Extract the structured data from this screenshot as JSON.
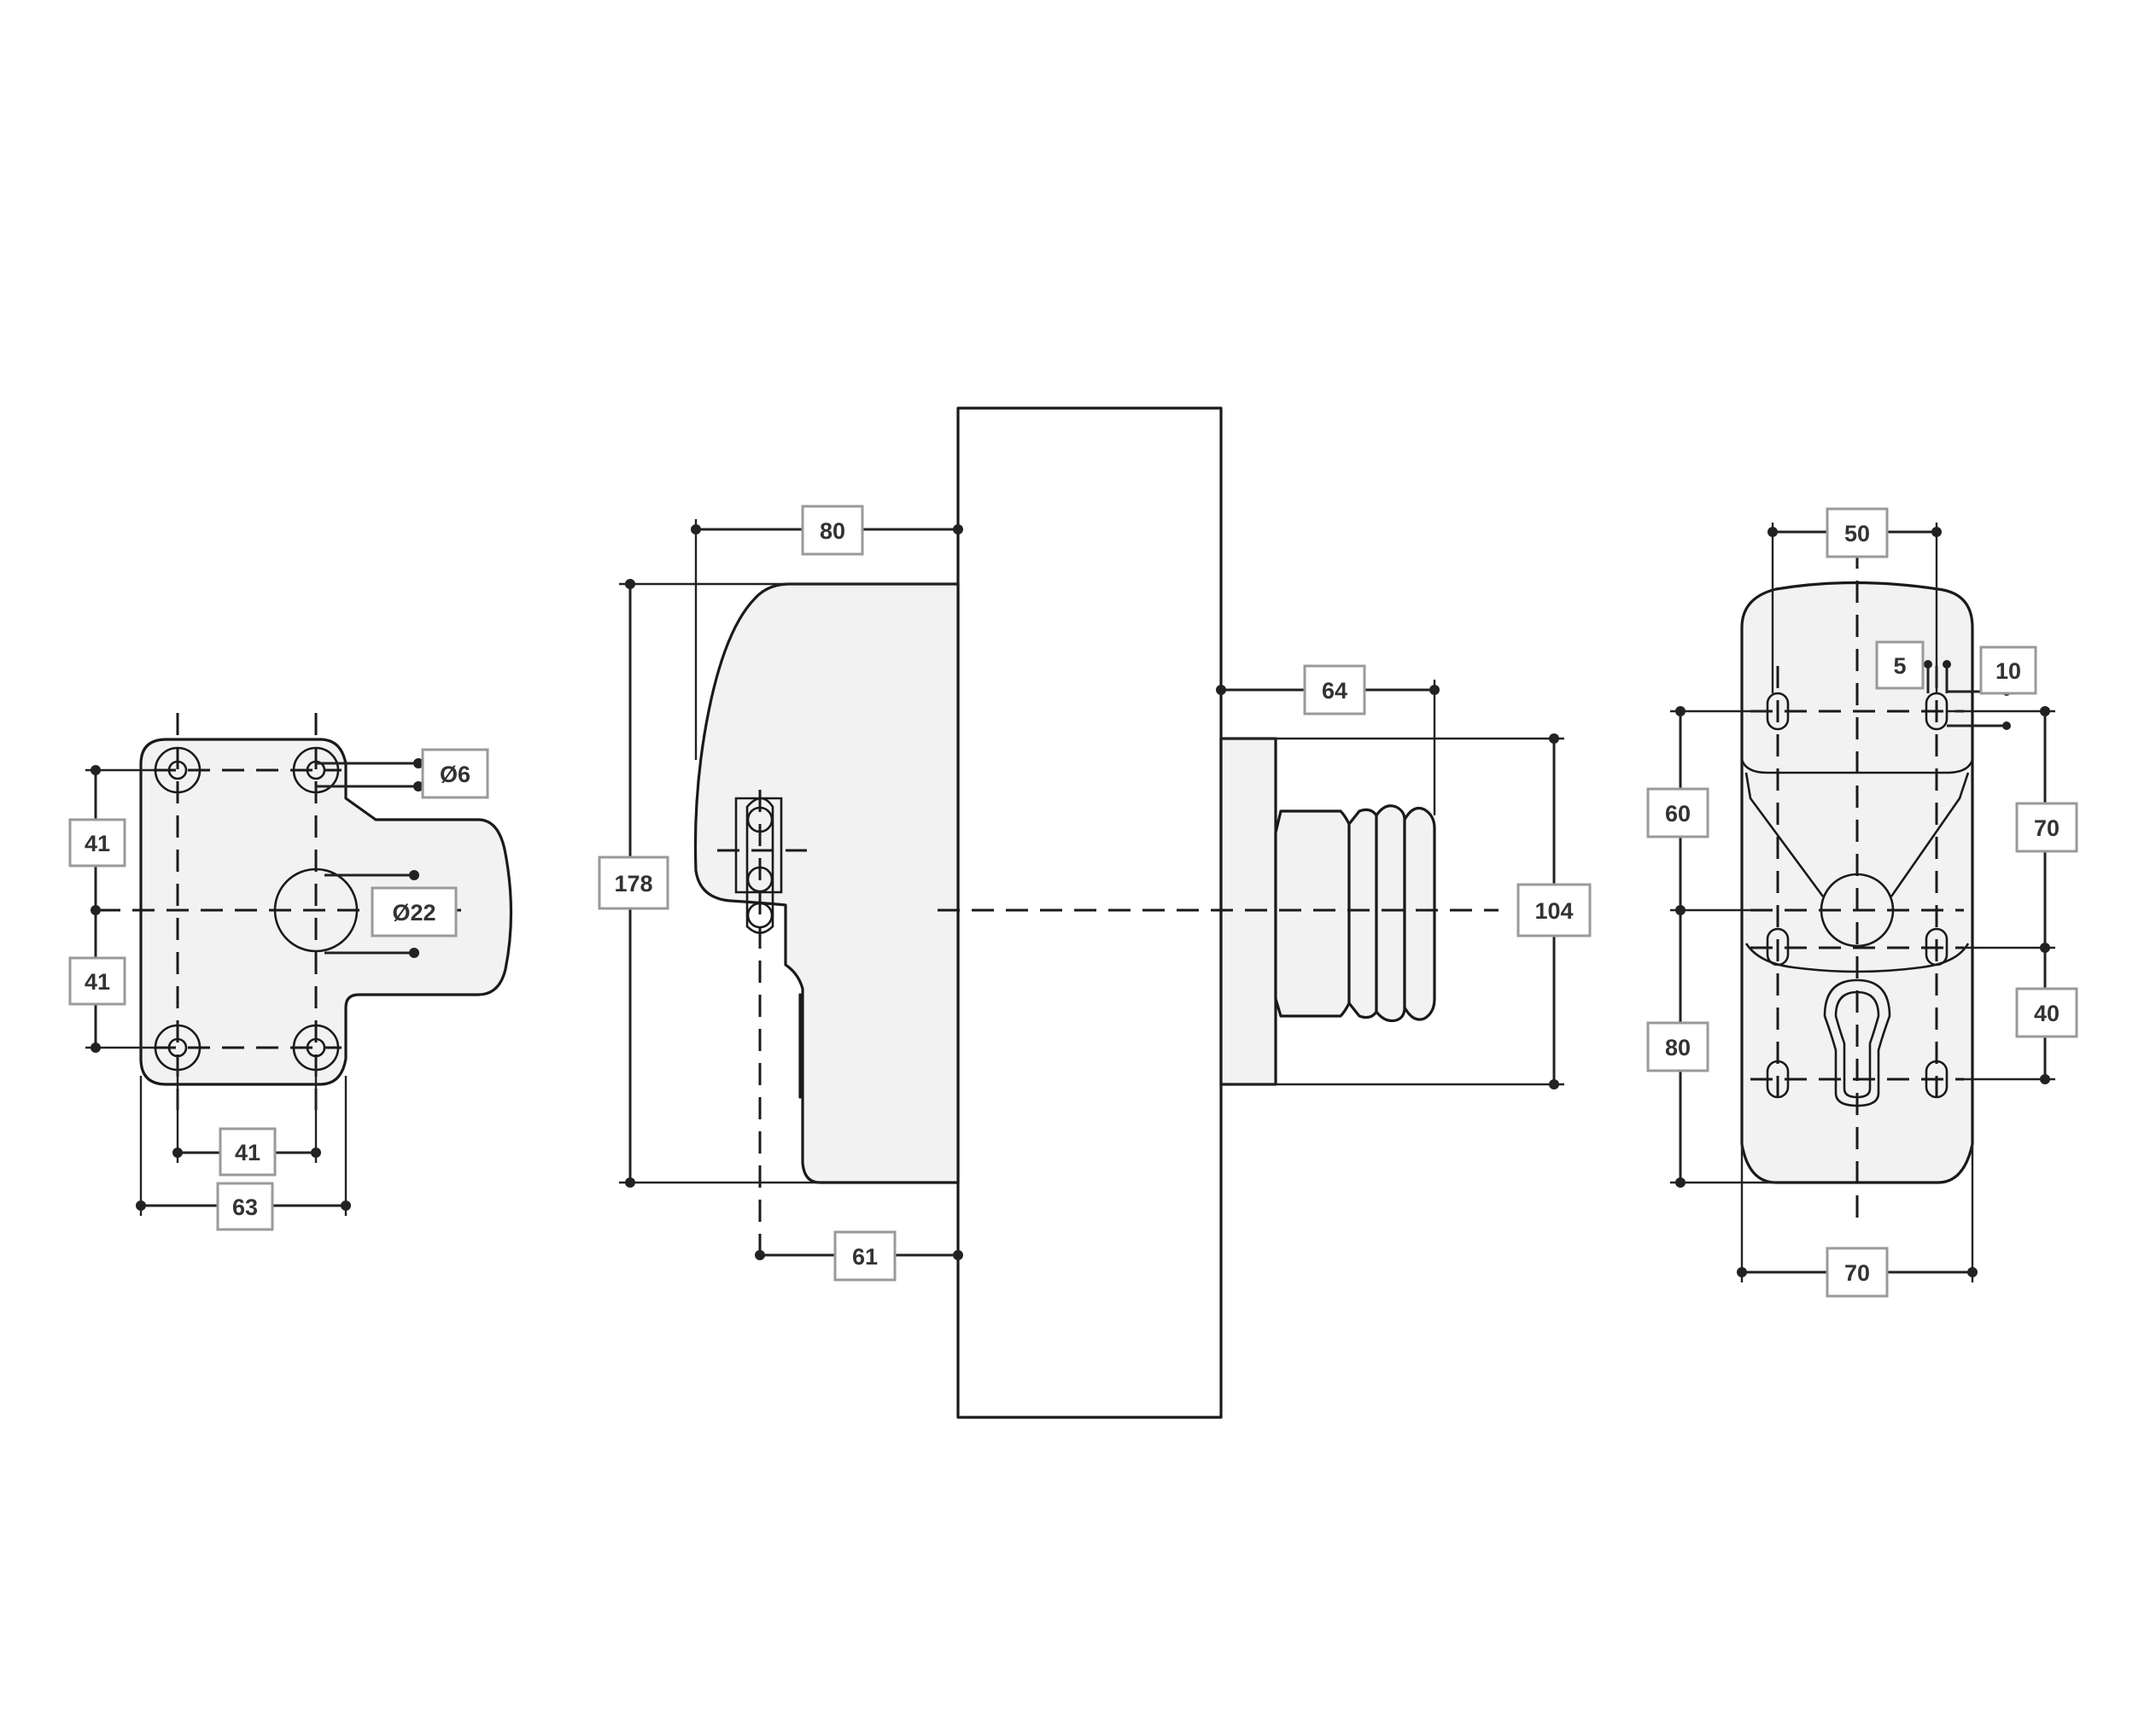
{
  "diagram": {
    "views": [
      "front-view",
      "side-view",
      "rear-view"
    ],
    "dimensions": {
      "front": {
        "pitch_top": "41",
        "pitch_bottom": "41",
        "hole_pitch": "41",
        "plate_width": "63",
        "hole_diameter": "Ø6",
        "center_diameter": "Ø22"
      },
      "side": {
        "depth_top": "80",
        "height": "178",
        "depth_bottom": "61",
        "knob_length": "64",
        "knob_height": "104"
      },
      "rear": {
        "top_spacing": "50",
        "small_offset": "5",
        "small_hole": "10",
        "upper_height": "60",
        "lower_height": "80",
        "right_upper": "70",
        "right_lower": "40",
        "width": "70"
      }
    }
  }
}
